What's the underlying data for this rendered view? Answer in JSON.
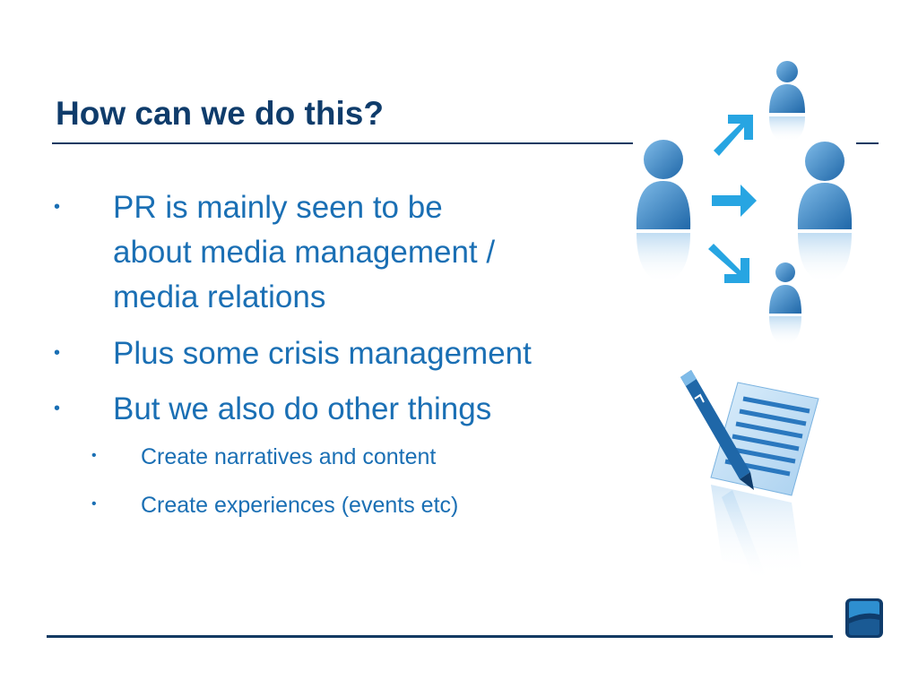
{
  "slide": {
    "title": "How can we do this?",
    "bullets": [
      {
        "level": 1,
        "lines": [
          "PR is mainly seen to be",
          "about media management /",
          "media relations"
        ]
      },
      {
        "level": 1,
        "lines": [
          "Plus some crisis management"
        ]
      },
      {
        "level": 1,
        "lines": [
          "But we also do other things"
        ]
      },
      {
        "level": 2,
        "lines": [
          "Create narratives and content"
        ]
      },
      {
        "level": 2,
        "lines": [
          "Create experiences (events etc)"
        ]
      }
    ],
    "bullet_glyph": "•"
  },
  "colors": {
    "title": "#0f3c6b",
    "body_text": "#1a6fb4",
    "rule": "#123a62",
    "people_blue": "#2d7fc1",
    "arrow_blue": "#27a5e2",
    "logo_dark": "#0f3c6b",
    "logo_light": "#2e8fd0"
  },
  "icons": {
    "network": "people-network-illustration",
    "document": "pen-and-document-illustration",
    "logo": "company-logo"
  }
}
